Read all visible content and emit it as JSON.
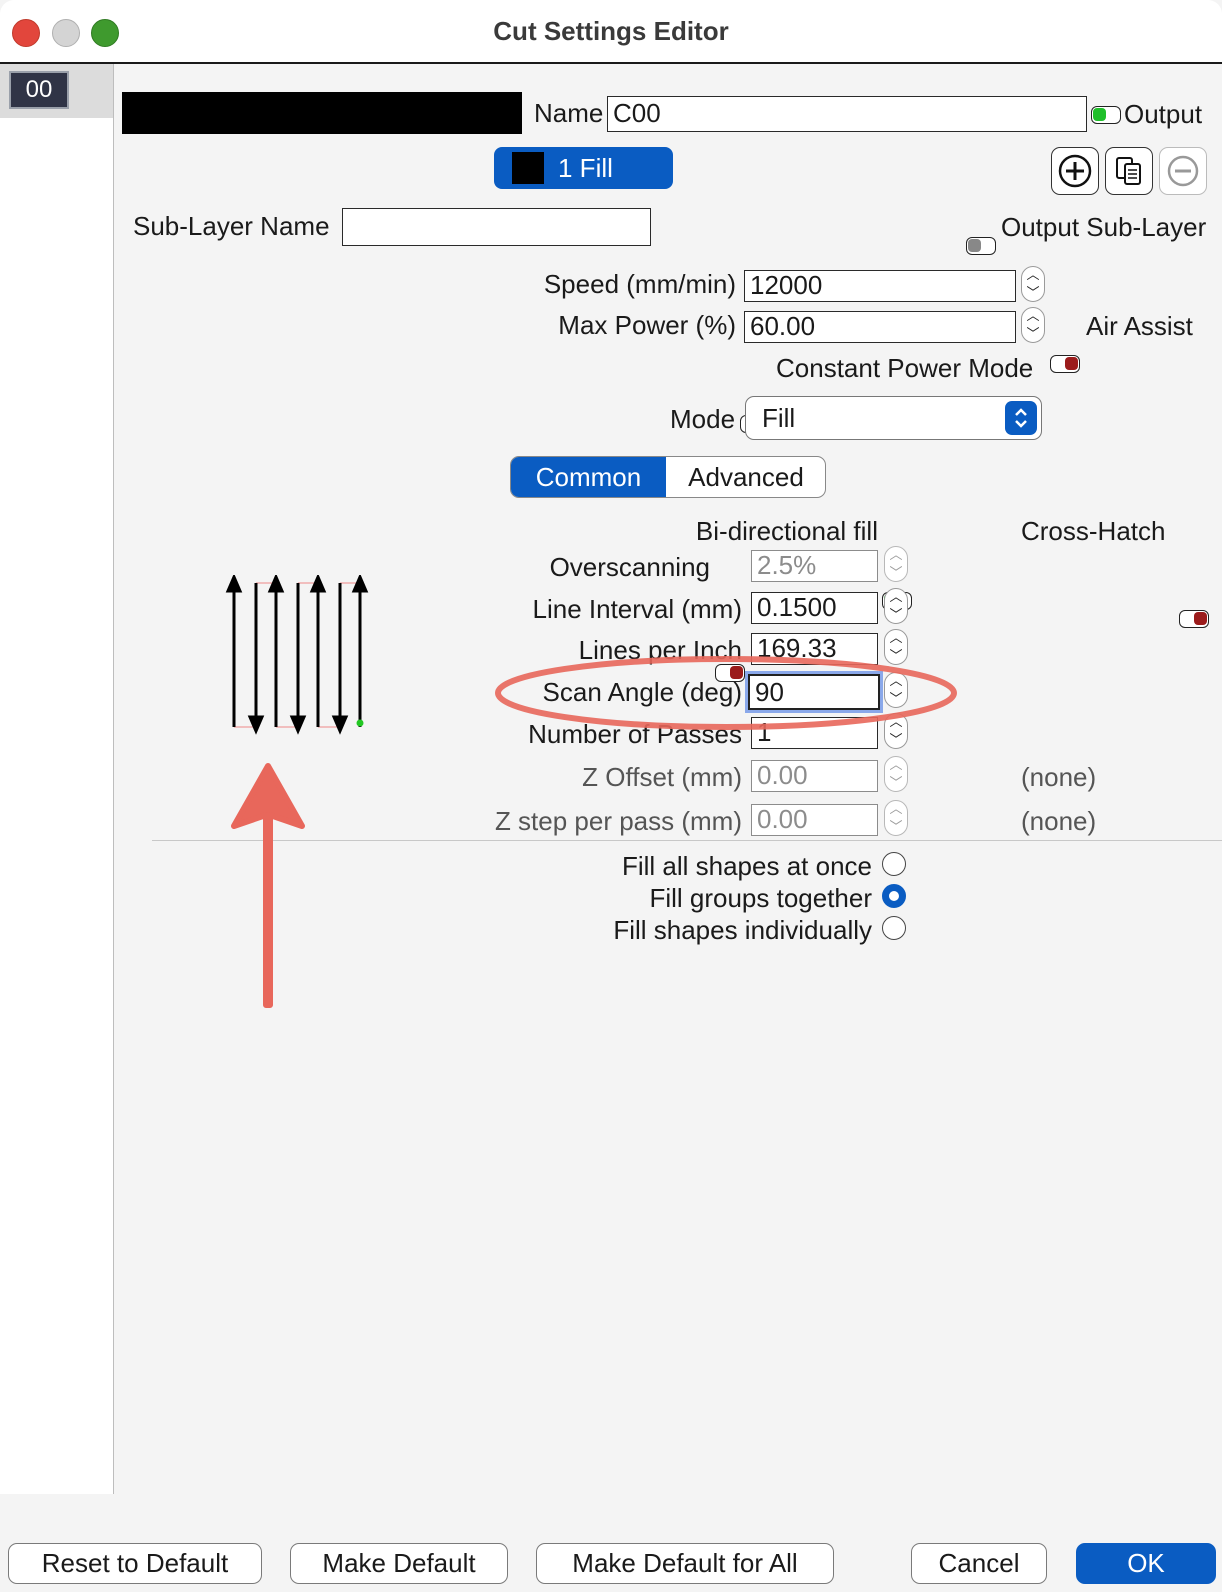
{
  "window": {
    "title": "Cut Settings Editor"
  },
  "sidebar": {
    "items": [
      {
        "label": "00"
      }
    ]
  },
  "layer": {
    "name_label": "Name",
    "name_value": "C00",
    "output_label": "Output",
    "sub_layer_button": "1 Fill",
    "sub_layer_name_label": "Sub-Layer Name",
    "sub_layer_name_value": "",
    "output_sub_layer_label": "Output Sub-Layer"
  },
  "settings": {
    "speed_label": "Speed (mm/min)",
    "speed_value": "12000",
    "max_power_label": "Max Power (%)",
    "max_power_value": "60.00",
    "air_assist_label": "Air Assist",
    "constant_power_label": "Constant Power Mode",
    "mode_label": "Mode",
    "mode_value": "Fill"
  },
  "tabs": [
    {
      "label": "Common",
      "active": true
    },
    {
      "label": "Advanced",
      "active": false
    }
  ],
  "fill": {
    "bidirectional_label": "Bi-directional fill",
    "crosshatch_label": "Cross-Hatch",
    "overscanning_label": "Overscanning",
    "overscanning_value": "2.5%",
    "line_interval_label": "Line Interval (mm)",
    "line_interval_value": "0.1500",
    "lines_per_inch_label": "Lines per Inch",
    "lines_per_inch_value": "169.33",
    "scan_angle_label": "Scan Angle (deg)",
    "scan_angle_value": "90",
    "passes_label": "Number of Passes",
    "passes_value": "1",
    "z_offset_label": "Z Offset (mm)",
    "z_offset_value": "0.00",
    "z_offset_note": "(none)",
    "z_step_label": "Z step per pass (mm)",
    "z_step_value": "0.00",
    "z_step_note": "(none)"
  },
  "fill_options": [
    {
      "label": "Fill all shapes at once",
      "selected": false
    },
    {
      "label": "Fill groups together",
      "selected": true
    },
    {
      "label": "Fill shapes individually",
      "selected": false
    }
  ],
  "footer": {
    "reset_label": "Reset to Default",
    "make_default_label": "Make Default",
    "make_default_all_label": "Make Default for All",
    "cancel_label": "Cancel",
    "ok_label": "OK"
  },
  "colors": {
    "accent": "#0a5cc2",
    "toggle_on": "#1fbf2a",
    "toggle_off": "#9b1b1b",
    "annotation": "#e8675b",
    "close": "#e2463c",
    "zoom": "#3f9a2e"
  },
  "icons": [
    "add-sublayer-icon",
    "copy-sublayer-icon",
    "remove-sublayer-icon",
    "mode-stepper-icon",
    "scan-preview-icon",
    "annotation-arrow-icon"
  ]
}
